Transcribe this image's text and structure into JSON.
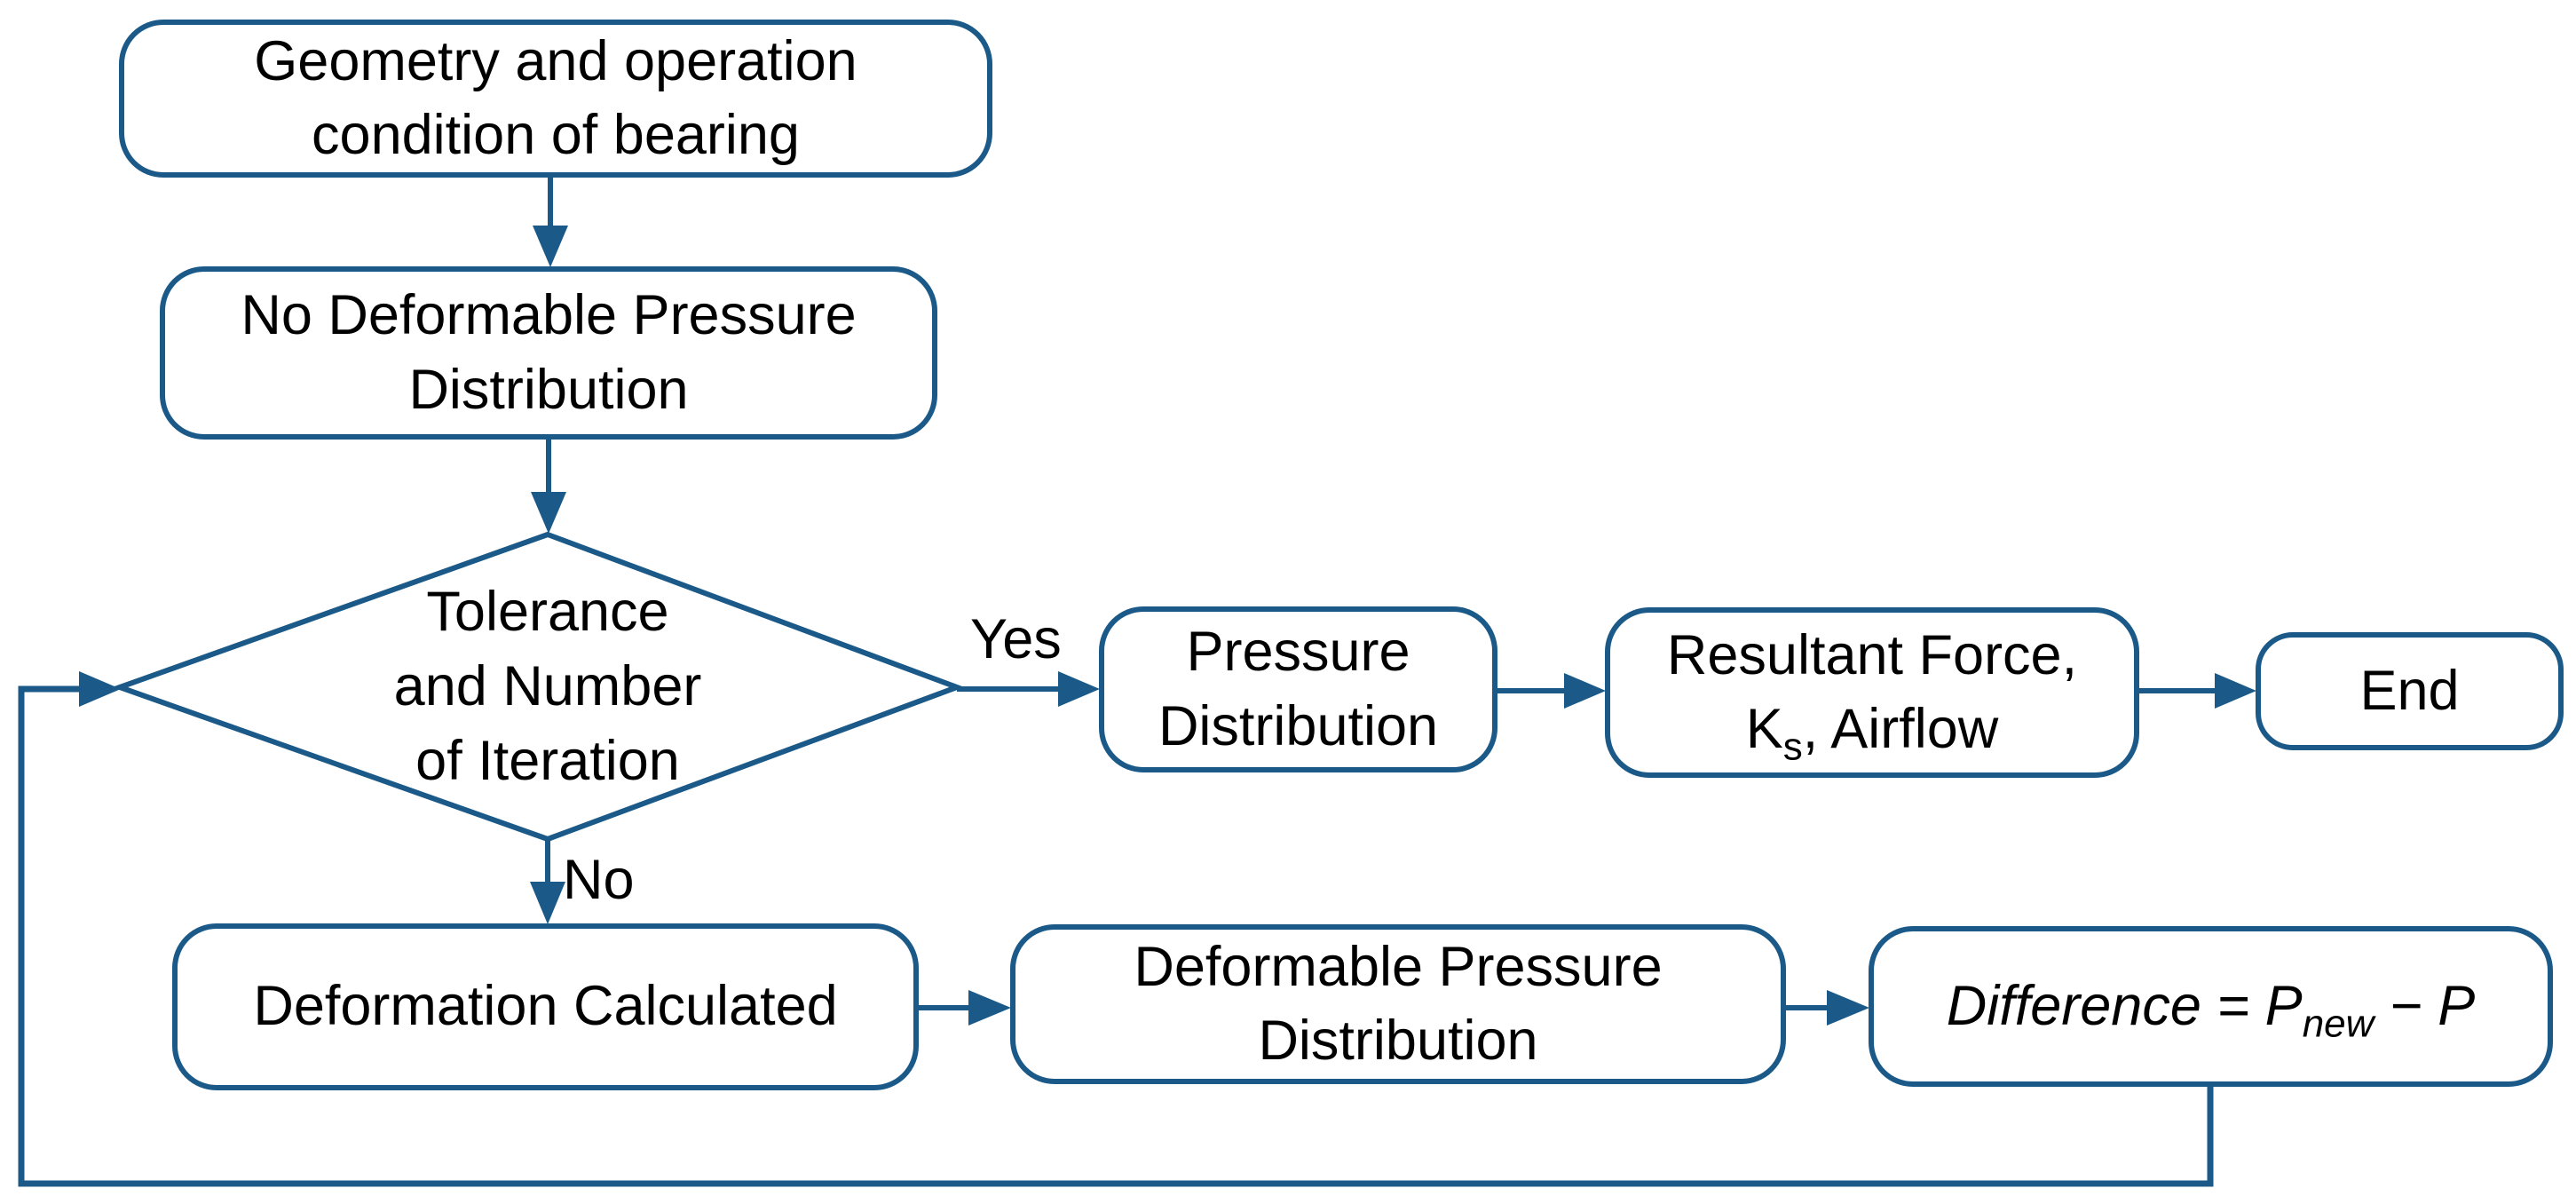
{
  "colors": {
    "stroke": "#1b5a88",
    "text": "#000000",
    "background": "#ffffff"
  },
  "nodes": {
    "geometry": {
      "text": "Geometry and operation\ncondition of bearing"
    },
    "no_deform": {
      "text": "No Deformable Pressure\nDistribution"
    },
    "decision": {
      "text": "Tolerance\nand Number\nof Iteration"
    },
    "pressure": {
      "text": "Pressure\nDistribution"
    },
    "resultant": {
      "line1": "Resultant Force,",
      "k_base": "K",
      "k_sub": "s",
      "after_k": ", Airflow"
    },
    "end": {
      "text": "End"
    },
    "deformation": {
      "text": "Deformation Calculated"
    },
    "deformable": {
      "text": "Deformable Pressure\nDistribution"
    },
    "difference": {
      "lead": "Difference = P",
      "sub": "new",
      "tail": " − P"
    }
  },
  "labels": {
    "yes": "Yes",
    "no": "No"
  }
}
